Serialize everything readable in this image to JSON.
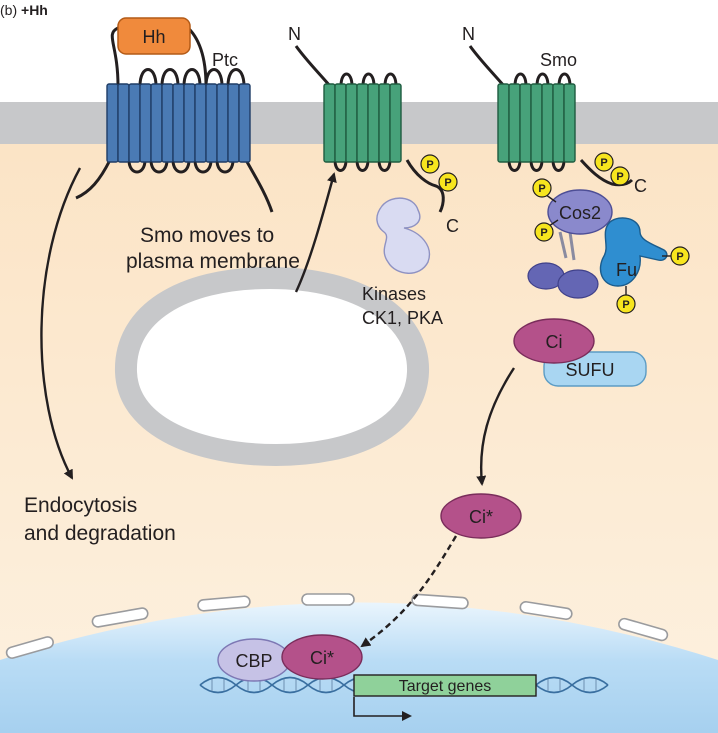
{
  "panel_label": "(b)",
  "panel_title": "+Hh",
  "labels": {
    "hh": "Hh",
    "ptc": "Ptc",
    "n_term": "N",
    "c_term": "C",
    "smo": "Smo",
    "smo_moves_line1": "Smo moves to",
    "smo_moves_line2": "plasma membrane",
    "kinases_line1": "Kinases",
    "kinases_line2": "CK1, PKA",
    "cos2": "Cos2",
    "fu": "Fu",
    "ci": "Ci",
    "sufu": "SUFU",
    "ci_active": "Ci*",
    "endocytosis_line1": "Endocytosis",
    "endocytosis_line2": "and degradation",
    "cbp": "CBP",
    "target_genes": "Target genes",
    "phosphate": "P"
  },
  "colors": {
    "cytoplasm": "#fce9cf",
    "membrane": "#c7c8ca",
    "ptc": "#4a7ab4",
    "smo": "#47a27a",
    "hh": "#f08a3c",
    "cos2": "#8a89cc",
    "fu": "#2f8ed0",
    "ci": "#b4518a",
    "sufu": "#a9d6f2",
    "cbp": "#c6c2e6",
    "phosphate": "#f7e51e",
    "nucleus": "#b9dcf5",
    "gene": "#8fd19a",
    "kinase": "#d9dbf2"
  }
}
